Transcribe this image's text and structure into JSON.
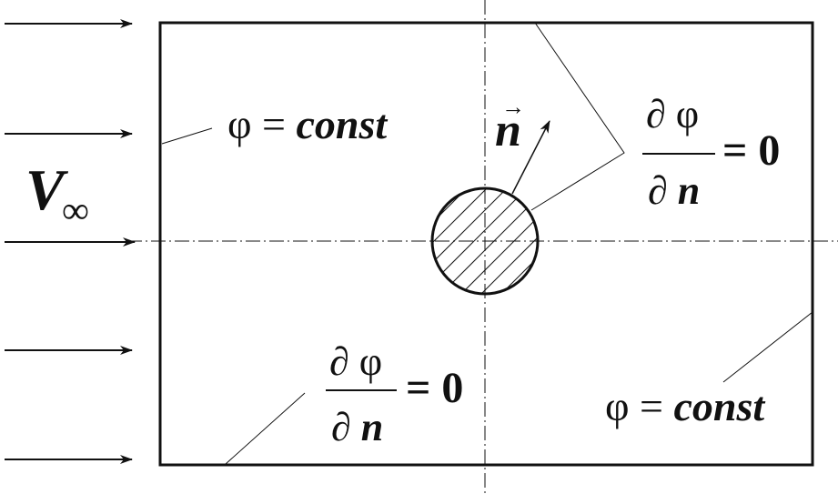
{
  "free_stream": {
    "symbol": "V",
    "subscript": "∞"
  },
  "normal_vector": {
    "symbol": "n",
    "arrow": "→"
  },
  "labels": {
    "left_boundary": {
      "lhs": "φ = ",
      "rhs": "const"
    },
    "right_boundary": {
      "lhs": "φ = ",
      "rhs": "const"
    },
    "top_right_condition": {
      "numerator": "∂ φ",
      "den_op": "∂ ",
      "den_var": "n",
      "rhs": "= 0"
    },
    "bottom_condition": {
      "numerator": "∂ φ",
      "den_op": "∂ ",
      "den_var": "n",
      "rhs": "= 0"
    }
  },
  "colors": {
    "stroke": "#111111",
    "background": "#ffffff"
  }
}
